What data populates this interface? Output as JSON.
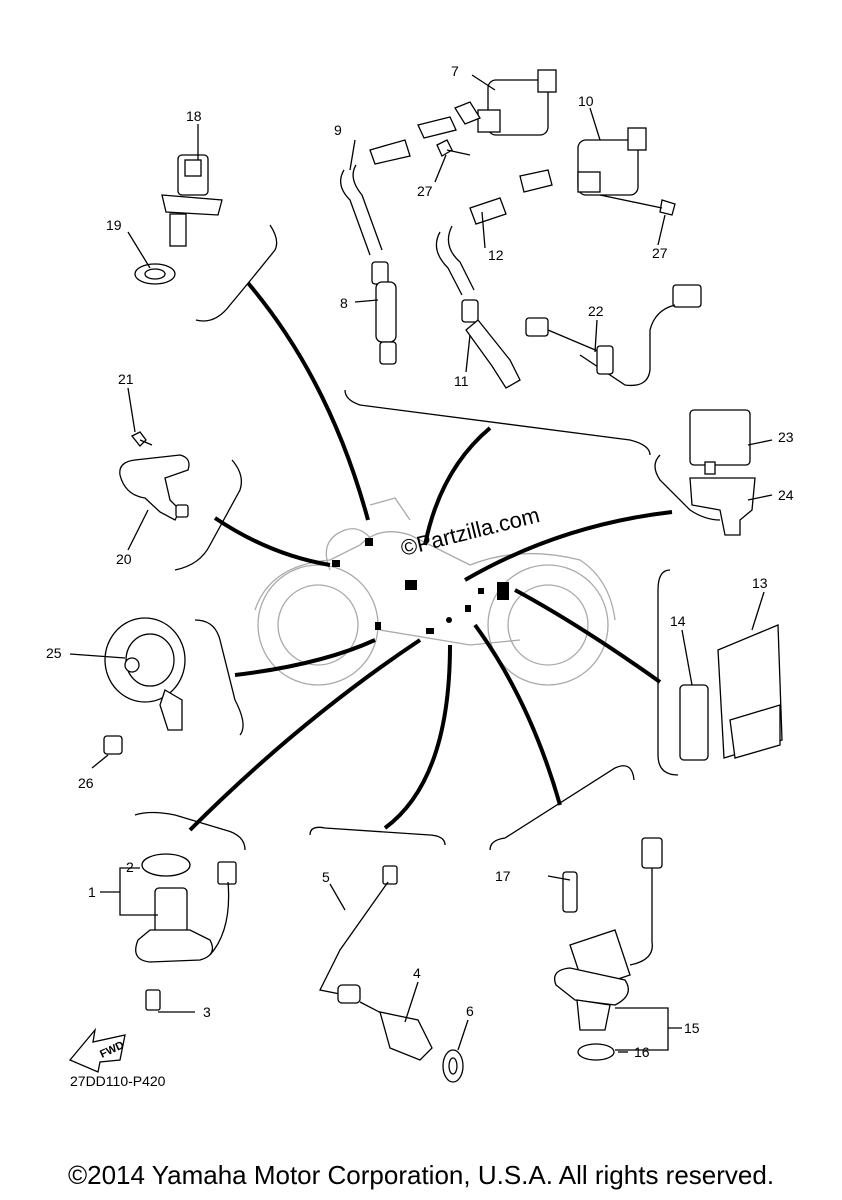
{
  "diagram": {
    "watermark": "©Partzilla.com",
    "code": "27DD110-P420",
    "fwd_label": "FWD",
    "callouts": [
      "1",
      "2",
      "3",
      "4",
      "5",
      "6",
      "7",
      "8",
      "9",
      "10",
      "11",
      "12",
      "13",
      "14",
      "15",
      "16",
      "17",
      "18",
      "19",
      "20",
      "21",
      "22",
      "23",
      "24",
      "25",
      "26",
      "27",
      "27"
    ]
  },
  "footer": {
    "copyright": "©2014 Yamaha Motor Corporation, U.S.A. All rights reserved."
  }
}
